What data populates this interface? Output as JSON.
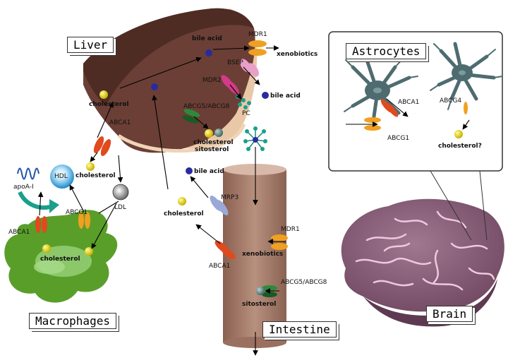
{
  "organs": {
    "liver": "Liver",
    "macrophages": "Macrophages",
    "intestine": "Intestine",
    "brain": "Brain",
    "astrocytes": "Astrocytes"
  },
  "labels": {
    "bile_acid_top": "bile acid",
    "mdr1_liver": "MDR1",
    "xenobiotics_liver": "xenobiotics",
    "bsep": "BSEP",
    "mdr2": "MDR2",
    "bile_acid_mid": "bile acid",
    "pc": "PC",
    "cholesterol_liver": "cholesterol",
    "abcg5_abcg8_liver": "ABCG5/ABCG8",
    "cholesterol_sitosterol_1": "cholesterol",
    "cholesterol_sitosterol_2": "sitosterol",
    "abca1_liver": "ABCA1",
    "cholesterol_hdl": "cholesterol",
    "hdl": "HDL",
    "apoa1": "apoA-I",
    "ldl": "LDL",
    "abca1_mac": "ABCA1",
    "abcg1_mac": "ABCG1",
    "cholesterol_mac": "cholesterol",
    "bile_acid_int": "bile acid",
    "mrp3": "MRP3",
    "cholesterol_int": "cholesterol",
    "abca1_int": "ABCA1",
    "mdr1_int": "MDR1",
    "xenobiotics_int": "xenobiotics",
    "abcg5_abcg8_int": "ABCG5/ABCG8",
    "sitosterol_int": "sitosterol",
    "abca1_astro": "ABCA1",
    "abcg1_astro": "ABCG1",
    "abcg4_astro": "ABCG4",
    "cholesterol_q": "cholesterol?"
  },
  "colors": {
    "liver": "#6b3f35",
    "liver_edge": "#e9c8a8",
    "intestine": "#a8806e",
    "macrophage": "#5a9e2a",
    "macrophage_light": "#9ad07a",
    "brain": "#8a5e76",
    "astrocyte": "#4e6c70",
    "abca1": "#e04a1e",
    "abcg1": "#f0a020",
    "abcg5": "#1f7a2a",
    "mdr2": "#d33a8a",
    "bsep": "#e8a0c8",
    "mrp3": "#9aa8d8",
    "bile_acid": "#2a2aa0",
    "cholesterol": "#e0d020",
    "sitosterol": "#5a8a88",
    "hdl": "#3a9ad8"
  }
}
